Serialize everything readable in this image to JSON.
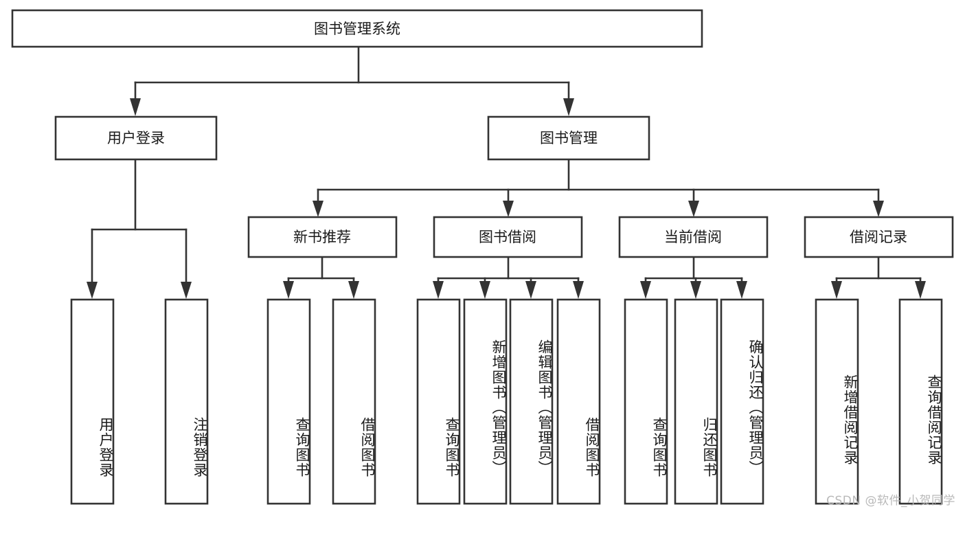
{
  "diagram": {
    "type": "tree",
    "title": "图书管理系统",
    "orientation": "top-down",
    "colors": {
      "box_stroke": "#333333",
      "box_fill": "#ffffff",
      "text": "#1a1a1a",
      "background": "#ffffff",
      "watermark": "#b9b9b9"
    },
    "root": {
      "label": "图书管理系统"
    },
    "level2": [
      {
        "label": "用户登录"
      },
      {
        "label": "图书管理"
      }
    ],
    "level3": [
      {
        "label": "新书推荐"
      },
      {
        "label": "图书借阅"
      },
      {
        "label": "当前借阅"
      },
      {
        "label": "借阅记录"
      }
    ],
    "leaves": {
      "user_login": [
        {
          "label": "用户登录"
        },
        {
          "label": "注销登录"
        }
      ],
      "new_book_recommend": [
        {
          "label": "查询图书"
        },
        {
          "label": "借阅图书"
        }
      ],
      "book_borrow": [
        {
          "label": "查询图书"
        },
        {
          "label": "新增图书（管理员）"
        },
        {
          "label": "编辑图书（管理员）"
        },
        {
          "label": "借阅图书"
        }
      ],
      "current_borrow": [
        {
          "label": "查询图书"
        },
        {
          "label": "归还图书"
        },
        {
          "label": "确认归还（管理员）"
        }
      ],
      "borrow_record": [
        {
          "label": "新增借阅记录"
        },
        {
          "label": "查询借阅记录"
        }
      ]
    }
  },
  "watermark": {
    "text": "CSDN @软件_小贺同学"
  }
}
